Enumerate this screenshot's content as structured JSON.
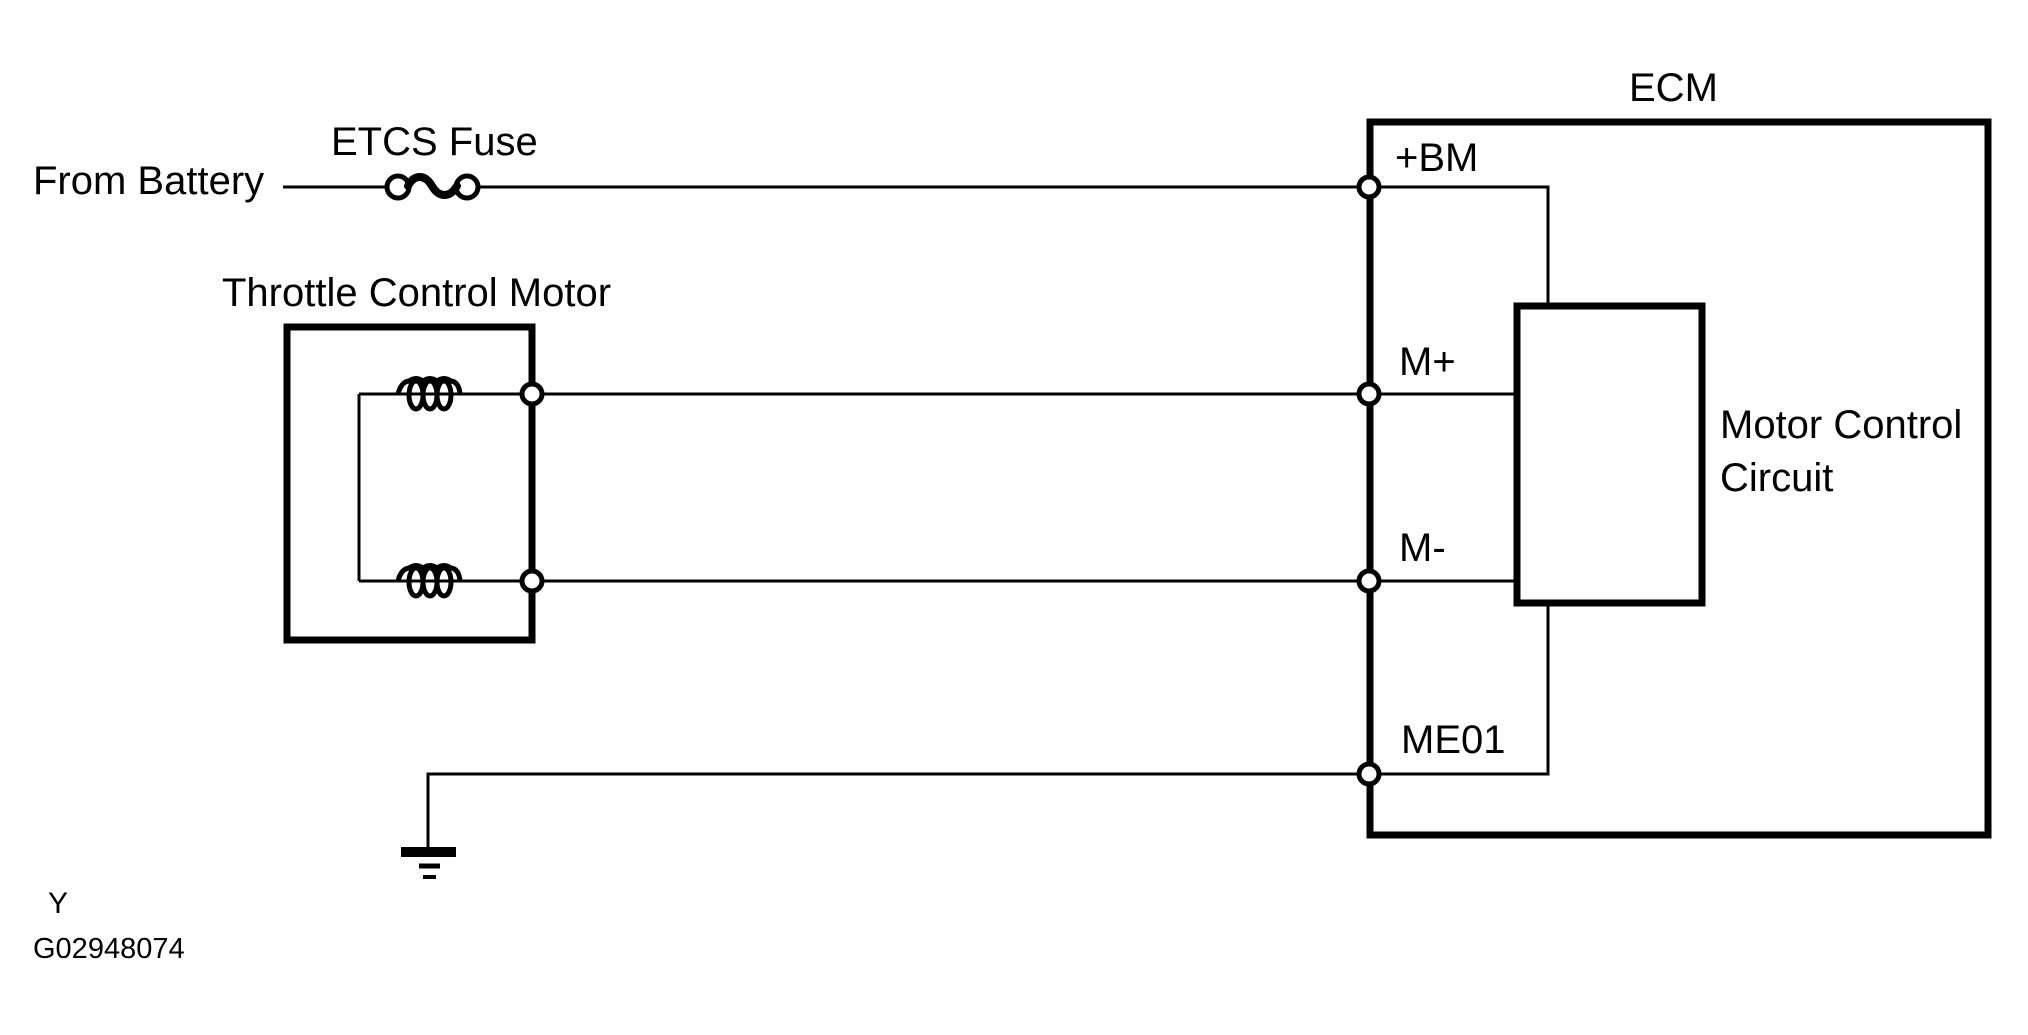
{
  "diagram": {
    "type": "automotive-wiring-diagram",
    "subject": "Throttle Control Motor / ECM motor control circuit",
    "colors": {
      "line": "#000000",
      "background": "#ffffff"
    },
    "components": [
      {
        "id": "battery-feed",
        "label": "From Battery"
      },
      {
        "id": "etcs-fuse",
        "label": "ETCS Fuse",
        "symbol": "fuse"
      },
      {
        "id": "throttle-control-motor",
        "label": "Throttle Control Motor",
        "contains": [
          "coil",
          "coil"
        ]
      },
      {
        "id": "ecm",
        "label": "ECM",
        "terminals": [
          "+BM",
          "M+",
          "M-",
          "ME01"
        ]
      },
      {
        "id": "motor-control-circuit",
        "label": "Motor Control Circuit",
        "inside": "ecm"
      },
      {
        "id": "ground",
        "symbol": "ground"
      }
    ],
    "connections": [
      {
        "from": "battery-feed",
        "via": "etcs-fuse",
        "to": "ecm.+BM"
      },
      {
        "from": "ecm.+BM",
        "to": "motor-control-circuit"
      },
      {
        "from": "throttle-control-motor.coil-upper",
        "to": "ecm.M+"
      },
      {
        "from": "throttle-control-motor.coil-lower",
        "to": "ecm.M-"
      },
      {
        "from": "ecm.M+",
        "to": "motor-control-circuit"
      },
      {
        "from": "ecm.M-",
        "to": "motor-control-circuit"
      },
      {
        "from": "motor-control-circuit",
        "via": "ecm.ME01",
        "to": "ground"
      }
    ]
  },
  "labels": {
    "from_battery": "From Battery",
    "etcs_fuse": "ETCS Fuse",
    "throttle_control_motor": "Throttle Control Motor",
    "ecm": "ECM",
    "terminal_bm": "+BM",
    "terminal_m_plus": "M+",
    "terminal_m_minus": "M-",
    "terminal_me01": "ME01",
    "motor_control_circuit_line1": "Motor Control",
    "motor_control_circuit_line2": "Circuit",
    "revision_marker": "Y",
    "figure_id": "G02948074"
  }
}
